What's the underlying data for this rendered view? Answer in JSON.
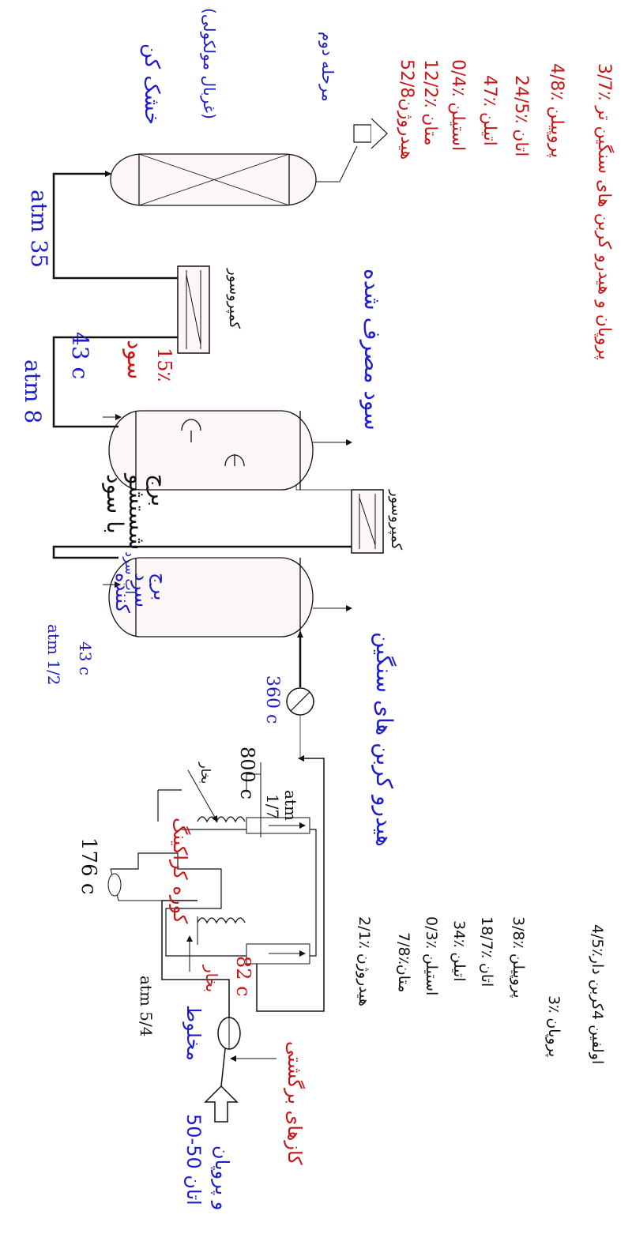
{
  "labels": {
    "feed_line1": "50-50 اتان",
    "feed_line2": "و پروپان",
    "mixture": "مخلوط",
    "recycle_gases": "کازهای برگشتی",
    "p_54": "atm 5/4",
    "t_82": "82 c",
    "steam_left": "بخار",
    "furnace": "کوره کراکینگ",
    "t_176": "176 c",
    "t_800": "800 c",
    "steam_right": "بخار",
    "p_17_num": "1/7",
    "p_17_unit": "atm",
    "heavy_hc": "هیدرو کربن های سنگین",
    "t_360": "360 c",
    "p_12": "atm 1/2",
    "t_43a": "43 c",
    "cool_water": "آب سرد",
    "cooler_tower": "برج سرد کننده",
    "compressor_1": "کمپروسور",
    "soda_wash_tower": "برج شستشو با سود",
    "p_8": "atm 8",
    "t_43b": "43 c",
    "soda": "سود",
    "soda_pct": "15٪",
    "spent_soda": "سود مصرف شده",
    "compressor_2": "کمپروسور",
    "p_35": "atm 35",
    "dryer": "خشک کن",
    "dryer_sub": "(غربال مولکولی)",
    "second_stage": "مرحله دوم"
  },
  "furnace_effluent": [
    "2/1٪ هیدروژن",
    "7/8٪متان",
    "0/3٪ استیلن",
    "34٪ اتیلن",
    "18/7٪ اتان",
    "3/8٪ پروپیلن",
    "3٪ پروپان",
    "4/5٪اولفین 4کربن دار"
  ],
  "second_stage_composition": [
    "52/8هیدروژن",
    "12/2٪ متان",
    "0/4٪ استیلن",
    "47٪ اتیلن",
    "24/5٪ اتان",
    "4/8٪ پروپیلن",
    "3/7٪ پروپان و هیدرو کربن های سنگین تر"
  ],
  "colors": {
    "blue": "#1c1ccc",
    "red": "#c81414",
    "black": "#111111",
    "vessel_fill": "#fcf6f6"
  }
}
